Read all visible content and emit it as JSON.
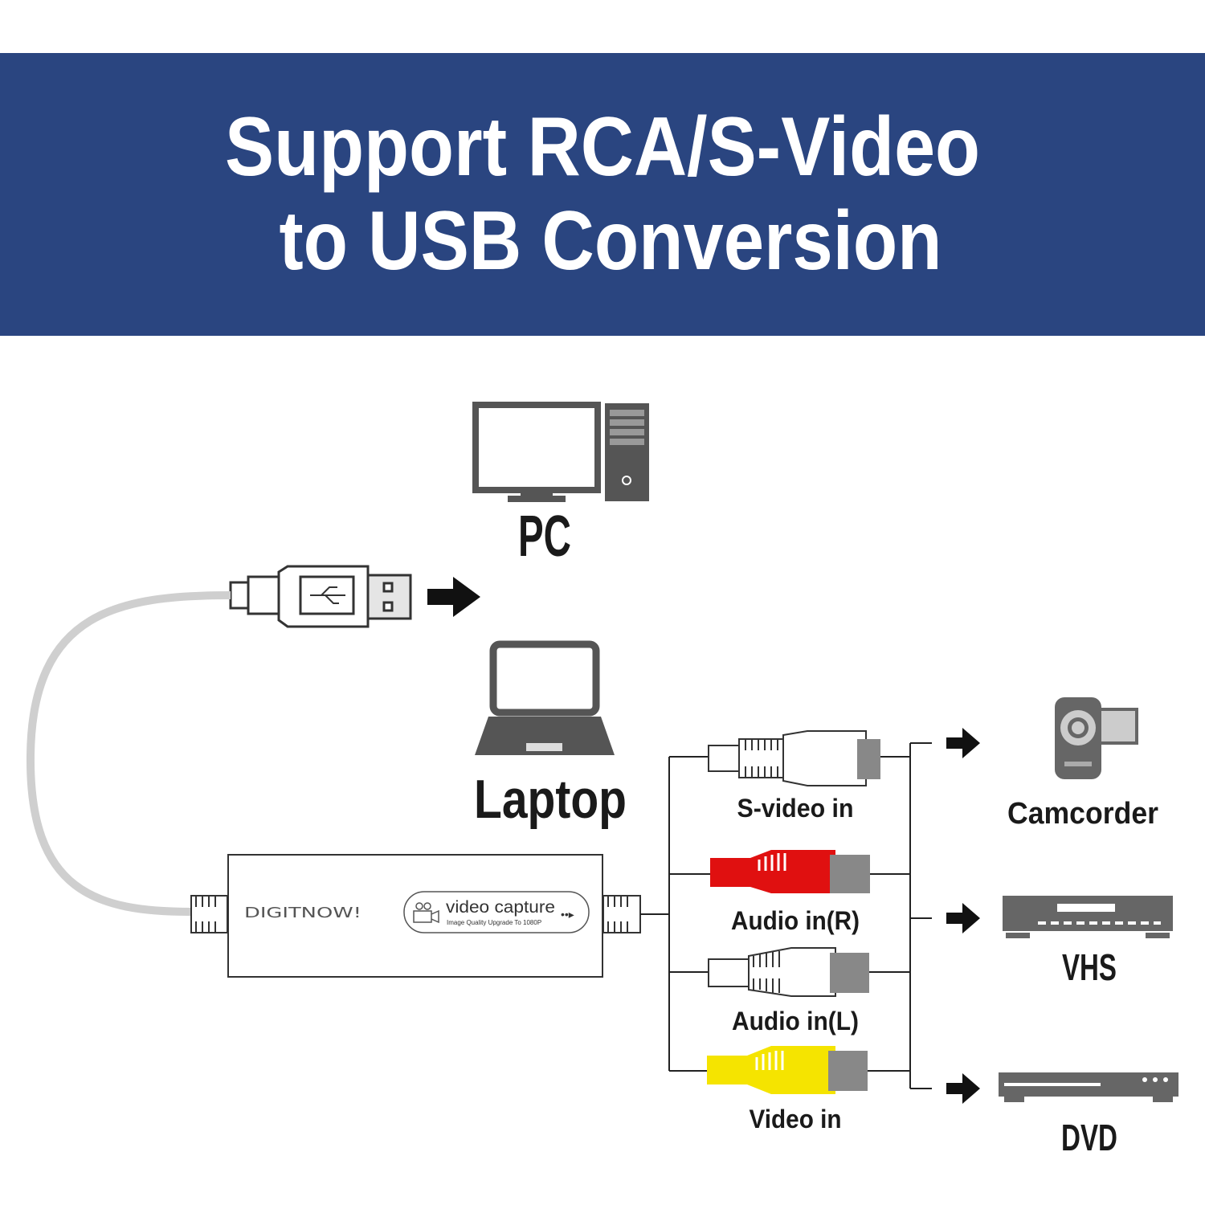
{
  "header": {
    "title_line1": "Support RCA/S-Video",
    "title_line2": "to USB Conversion",
    "background_color": "#2a4580"
  },
  "devices": {
    "pc": "PC",
    "laptop": "Laptop",
    "camcorder": "Camcorder",
    "vhs": "VHS",
    "dvd": "DVD"
  },
  "capture_device": {
    "brand": "DIGITNOW!",
    "product": "video capture",
    "subtitle": "Image Quality Upgrade To 1080P"
  },
  "inputs": [
    {
      "label": "S-video in",
      "color": "#e8e8e8"
    },
    {
      "label": "Audio in(R)",
      "color": "#e01010"
    },
    {
      "label": "Audio in(L)",
      "color": "#ffffff"
    },
    {
      "label": "Video in",
      "color": "#f5e400"
    }
  ]
}
